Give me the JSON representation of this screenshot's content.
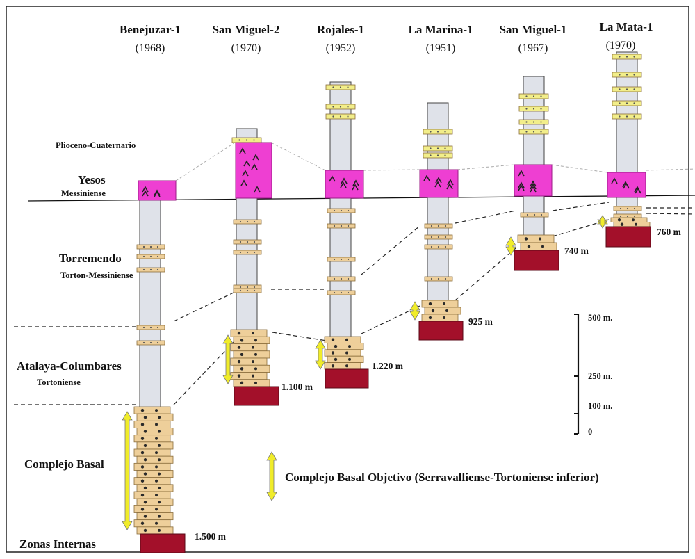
{
  "wells": [
    {
      "name": "Benejuzar-1",
      "year": "(1968)",
      "depth": "1.500 m"
    },
    {
      "name": "San Miguel-2",
      "year": "(1970)",
      "depth": "1.100 m"
    },
    {
      "name": "Rojales-1",
      "year": "(1952)",
      "depth": "1.220 m"
    },
    {
      "name": "La Marina-1",
      "year": "(1951)",
      "depth": "925 m"
    },
    {
      "name": "San Miguel-1",
      "year": "(1967)",
      "depth": "740 m"
    },
    {
      "name": "La Mata-1",
      "year": "(1970)",
      "depth": "760 m"
    }
  ],
  "formations": [
    {
      "name": "",
      "age": "Plioceno-Cuaternario"
    },
    {
      "name": "Yesos",
      "age": "Messiniense"
    },
    {
      "name": "Torremendo",
      "age": "Torton-Messiniense"
    },
    {
      "name": "Atalaya-Columbares",
      "age": "Tortoniense"
    },
    {
      "name": "Complejo Basal",
      "age": ""
    },
    {
      "name": "Zonas Internas",
      "age": ""
    }
  ],
  "scale": {
    "labels": [
      "500 m.",
      "250 m.",
      "100 m.",
      "0"
    ]
  },
  "legend": {
    "text": "Complejo Basal Objetivo  (Serravalliense-Tortoniense inferior)"
  },
  "colors": {
    "column": "#dfe2e9",
    "gypsum": "#ee3fd2",
    "basement": "#a3102a",
    "sand_yellow": "#f2ee8a",
    "tan": "#eecf9a",
    "arrow": "#f0ec2a"
  }
}
